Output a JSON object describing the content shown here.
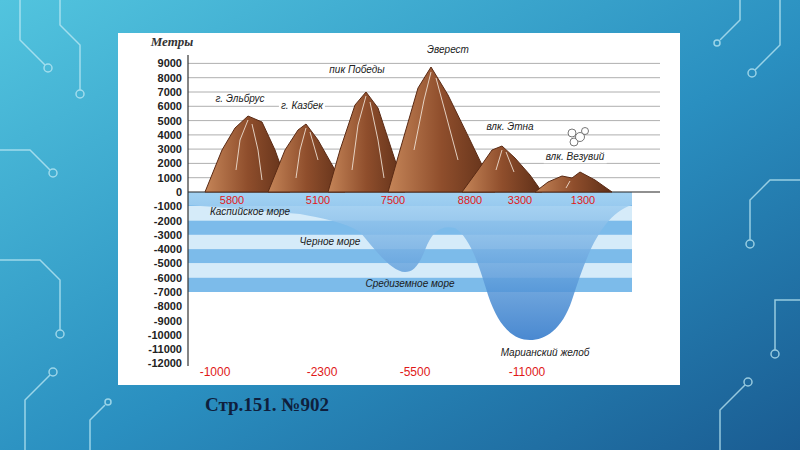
{
  "diagram": {
    "caption": "Стр.151. №902",
    "labels": [
      "Метры",
      "9000",
      "8000",
      "7000",
      "6000",
      "5000",
      "4000",
      "3000",
      "2000",
      "1000",
      "0",
      "-1000",
      "-2000",
      "-3000",
      "-4000",
      "-5000",
      "-6000",
      "-7000",
      "-8000",
      "-9000",
      "-10000",
      "-11000",
      "-12000",
      "г. Эльбрус",
      "г. Казбек",
      "пик Победы",
      "Эверест",
      "влк. Этна",
      "влк. Везувий",
      "5800",
      "5100",
      "7500",
      "8800",
      "3300",
      "1300",
      "Каспийское море",
      "Черное море",
      "Средиземное море",
      "Марианский желоб",
      "-1000",
      "-2300",
      "-5500",
      "-11000"
    ]
  }
}
